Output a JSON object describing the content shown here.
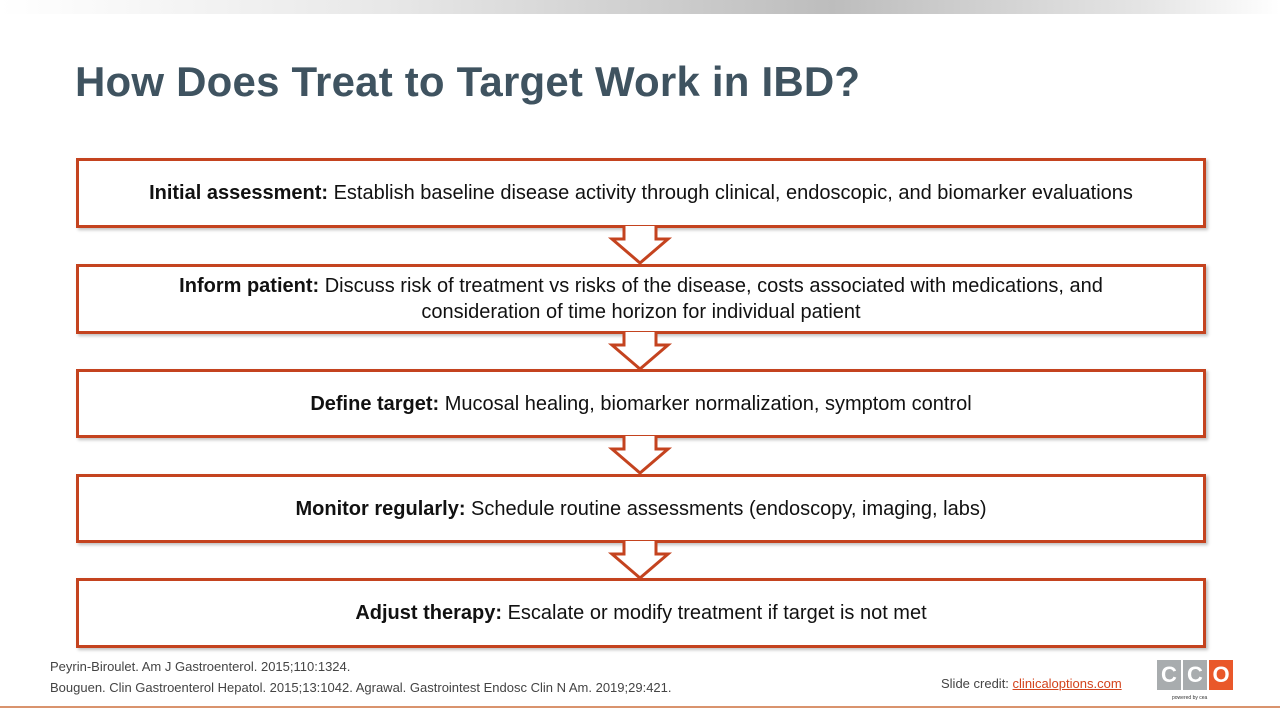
{
  "title": "How Does Treat to Target Work in IBD?",
  "steps": [
    {
      "label": "Initial assessment:",
      "text": " Establish baseline disease activity through clinical, endoscopic, and biomarker evaluations"
    },
    {
      "label": "Inform patient:",
      "text": " Discuss risk of treatment vs risks of the disease, costs associated with medications, and consideration of time horizon for individual patient"
    },
    {
      "label": "Define target:",
      "text": " Mucosal healing, biomarker normalization, symptom control"
    },
    {
      "label": "Monitor regularly:",
      "text": " Schedule routine assessments (endoscopy, imaging, labs)"
    },
    {
      "label": "Adjust therapy:",
      "text": " Escalate or modify treatment if target is not met"
    }
  ],
  "references": [
    "Peyrin-Biroulet. Am J Gastroenterol. 2015;110:1324.",
    "Bouguen. Clin Gastroenterol Hepatol. 2015;13:1042. Agrawal. Gastrointest Endosc Clin N Am. 2019;29:421."
  ],
  "credit": {
    "label": "Slide credit: ",
    "link": "clinicaloptions.com"
  },
  "logo": {
    "letters": [
      "C",
      "C",
      "O"
    ],
    "powered": "powered by cea"
  },
  "colors": {
    "accent": "#c4431f",
    "title": "#3f5360"
  }
}
